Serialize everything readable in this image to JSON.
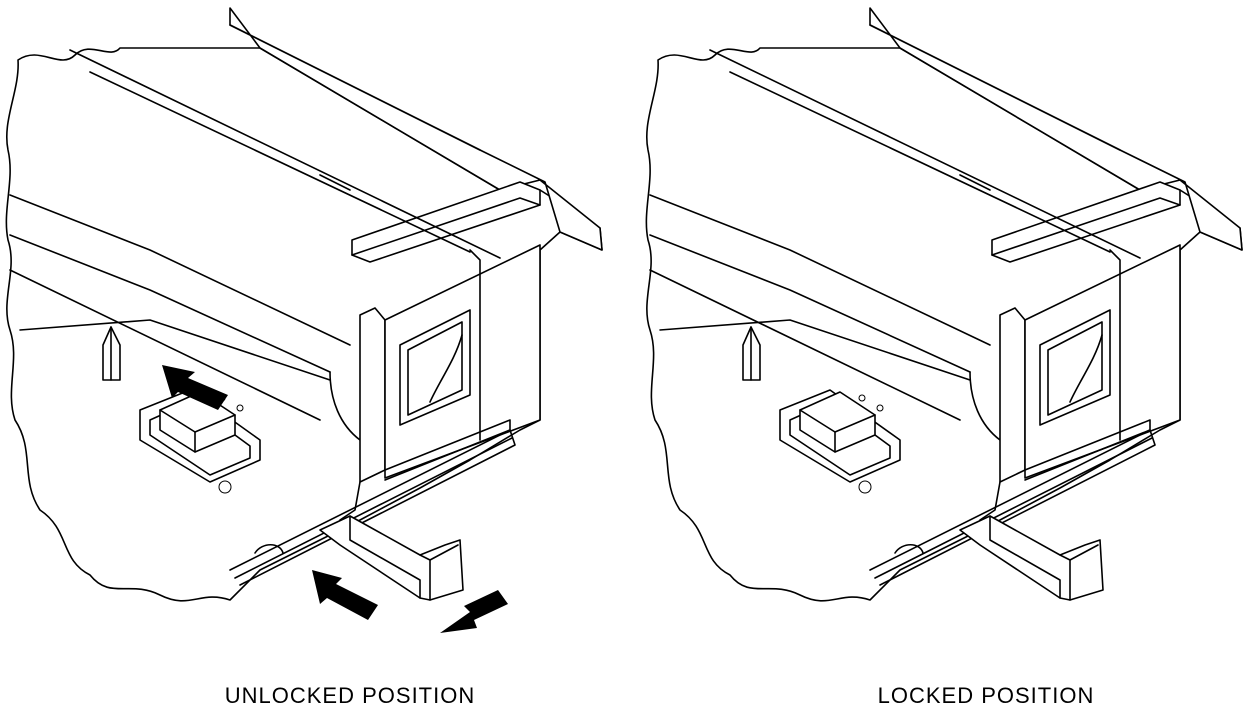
{
  "figure": {
    "panels": [
      {
        "caption": "UNLOCKED POSITION",
        "arrows": 3
      },
      {
        "caption": "LOCKED POSITION",
        "arrows": 0
      }
    ],
    "colors": {
      "line": "#000000",
      "background": "#ffffff"
    }
  }
}
